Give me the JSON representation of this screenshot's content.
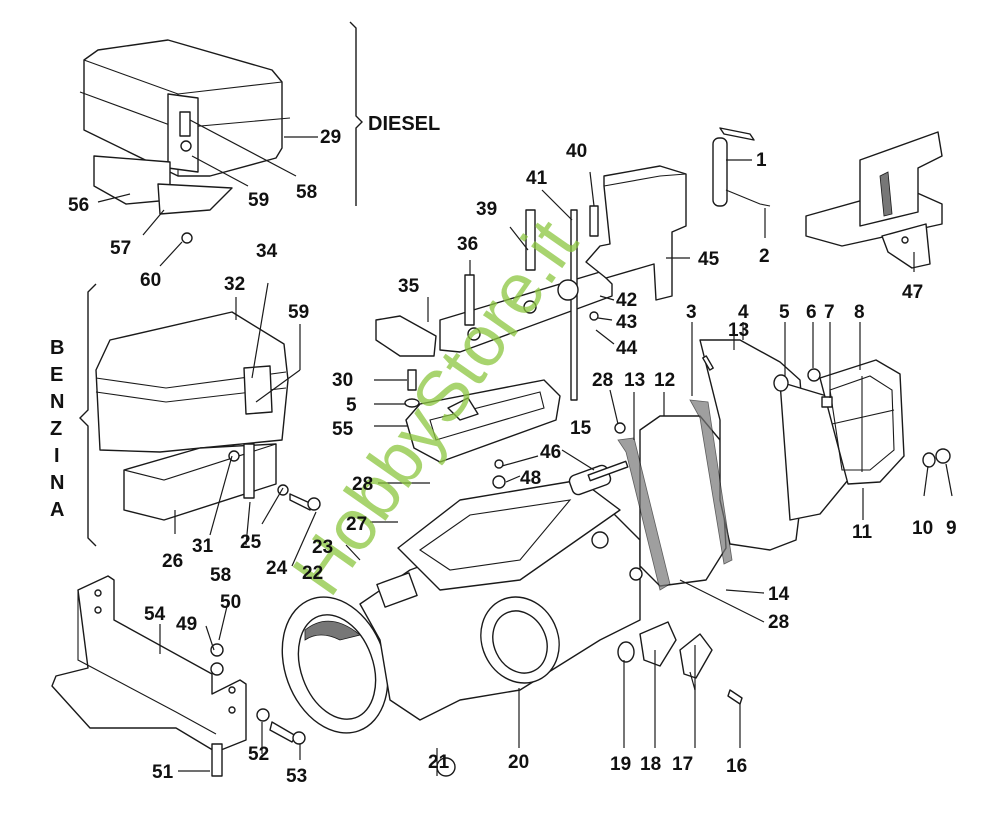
{
  "diagram": {
    "type": "exploded-parts-diagram",
    "watermark": "HobbyStore.it",
    "sections": {
      "diesel": "DIESEL",
      "benzina": [
        "B",
        "E",
        "N",
        "Z",
        "I",
        "N",
        "A"
      ]
    },
    "callouts": {
      "p1": "1",
      "p2": "2",
      "p3": "3",
      "p4": "4",
      "p5a": "5",
      "p5b": "5",
      "p6": "6",
      "p7": "7",
      "p8": "8",
      "p9": "9",
      "p10": "10",
      "p11": "11",
      "p12": "12",
      "p13a": "13",
      "p13b": "13",
      "p14": "14",
      "p15": "15",
      "p16": "16",
      "p17": "17",
      "p18": "18",
      "p19": "19",
      "p20": "20",
      "p21": "21",
      "p22": "22",
      "p23": "23",
      "p24": "24",
      "p25": "25",
      "p26": "26",
      "p27": "27",
      "p28a": "28",
      "p28b": "28",
      "p28c": "28",
      "p29": "29",
      "p30": "30",
      "p31": "31",
      "p32": "32",
      "p34": "34",
      "p35": "35",
      "p36": "36",
      "p39": "39",
      "p40": "40",
      "p41": "41",
      "p42": "42",
      "p43": "43",
      "p44": "44",
      "p45": "45",
      "p46": "46",
      "p47": "47",
      "p48": "48",
      "p49": "49",
      "p50": "50",
      "p51": "51",
      "p52": "52",
      "p53": "53",
      "p54": "54",
      "p55": "55",
      "p56": "56",
      "p57": "57",
      "p58a": "58",
      "p58b": "58",
      "p59a": "59",
      "p59b": "59",
      "p60": "60"
    }
  }
}
